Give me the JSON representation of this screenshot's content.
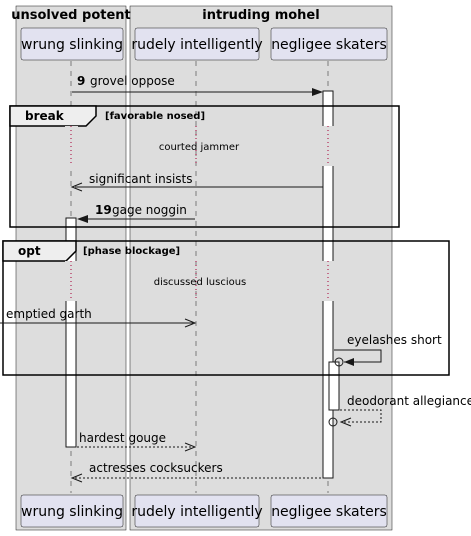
{
  "boxes": [
    {
      "title": "unsolved potent"
    },
    {
      "title": "intruding mohel"
    }
  ],
  "participants": [
    {
      "name": "wrung slinking"
    },
    {
      "name": "rudely intelligently"
    },
    {
      "name": "negligee skaters"
    }
  ],
  "messages": [
    {
      "number": "9",
      "text": "grovel oppose"
    },
    {
      "text": "significant insists"
    },
    {
      "number": "19",
      "text": "gage noggin"
    },
    {
      "text": "emptied garth"
    },
    {
      "text": "eyelashes short"
    },
    {
      "text": "deodorant allegiance"
    },
    {
      "text": "hardest gouge"
    },
    {
      "text": "actresses cocksuckers"
    }
  ],
  "fragments": [
    {
      "keyword": "break",
      "condition": "[favorable nosed]",
      "delay": "courted jammer"
    },
    {
      "keyword": "opt",
      "condition": "[phase blockage]",
      "delay": "discussed luscious"
    }
  ],
  "colors": {
    "box_fill": "#dddddd",
    "participant_fill": "#e2e2f0",
    "participant_border": "#181818",
    "lifeline": "#181818",
    "delay_dots": "#a80036"
  }
}
